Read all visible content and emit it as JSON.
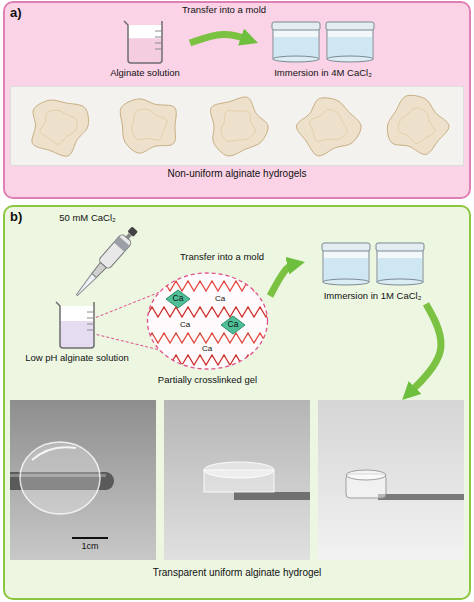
{
  "diagram": {
    "nodes": [
      {
        "text": [
          "a)"
        ]
      },
      {
        "text": [
          "Alginate solution"
        ],
        "in": 0
      },
      {
        "text": [
          "Immersion in 4M CaCl₂"
        ],
        "in": 0
      },
      {
        "text": [
          "Non-uniform alginate hydrogels"
        ],
        "in": 0
      },
      {
        "text": [
          "b)"
        ]
      },
      {
        "text": [
          "50 mM CaCl₂"
        ],
        "in": 4
      },
      {
        "text": [
          "Low pH alginate solution"
        ],
        "in": 4
      },
      {
        "text": [
          "Partially crosslinked gel"
        ],
        "in": 4
      },
      {
        "text": [
          "Immersion in 1M CaCl₂"
        ],
        "in": 4
      },
      {
        "text": [
          "Transparent uniform alginate hydrogel"
        ],
        "in": 4
      }
    ],
    "edges": [
      {
        "from": 1,
        "to": 2,
        "arrow": "to",
        "label": "Transfer into a mold"
      },
      {
        "from": 7,
        "to": 8,
        "arrow": "to",
        "label": "Transfer into a mold"
      },
      {
        "from": 8,
        "to": 9,
        "arrow": "to"
      }
    ],
    "labels": [
      "Ca",
      "Ca",
      "Ca",
      "Ca",
      "Ca",
      "1cm"
    ]
  }
}
